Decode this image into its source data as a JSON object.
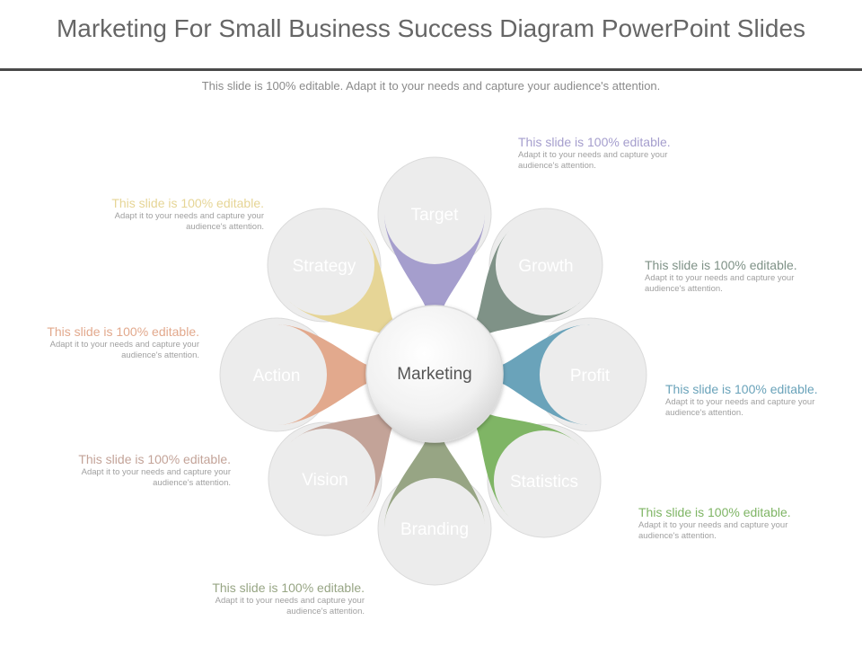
{
  "header": {
    "title": "Marketing For Small Business Success Diagram PowerPoint Slides",
    "subtitle": "This slide is 100% editable. Adapt it to your needs and capture your audience's attention."
  },
  "diagram": {
    "center": {
      "label": "Marketing"
    },
    "petals": [
      {
        "label": "Target",
        "color": "#a59ecd"
      },
      {
        "label": "Growth",
        "color": "#7f9287"
      },
      {
        "label": "Profit",
        "color": "#6aa3ba"
      },
      {
        "label": "Statistics",
        "color": "#7fb565"
      },
      {
        "label": "Branding",
        "color": "#97a584"
      },
      {
        "label": "Vision",
        "color": "#c3a398"
      },
      {
        "label": "Action",
        "color": "#e2a98d"
      },
      {
        "label": "Strategy",
        "color": "#e6d596"
      }
    ]
  },
  "notes": [
    {
      "heading": "This slide is 100% editable.",
      "body": "Adapt it to your needs and capture your audience's attention.",
      "color": "#a59ecd"
    },
    {
      "heading": "This slide is 100% editable.",
      "body": "Adapt it to your needs and capture your audience's attention.",
      "color": "#7f9287"
    },
    {
      "heading": "This slide is 100% editable.",
      "body": "Adapt it to your needs and capture your audience's attention.",
      "color": "#6aa3ba"
    },
    {
      "heading": "This slide is 100% editable.",
      "body": "Adapt it to your needs and capture your audience's attention.",
      "color": "#7fb565"
    },
    {
      "heading": "This slide is 100% editable.",
      "body": "Adapt it to your needs and capture your audience's attention.",
      "color": "#97a584"
    },
    {
      "heading": "This slide is 100% editable.",
      "body": "Adapt it to your needs and capture your audience's attention.",
      "color": "#c3a398"
    },
    {
      "heading": "This slide is 100% editable.",
      "body": "Adapt it to your needs and capture your audience's attention.",
      "color": "#e2a98d"
    },
    {
      "heading": "This slide is 100% editable.",
      "body": "Adapt it to your needs and capture your audience's attention.",
      "color": "#e6d596"
    }
  ]
}
